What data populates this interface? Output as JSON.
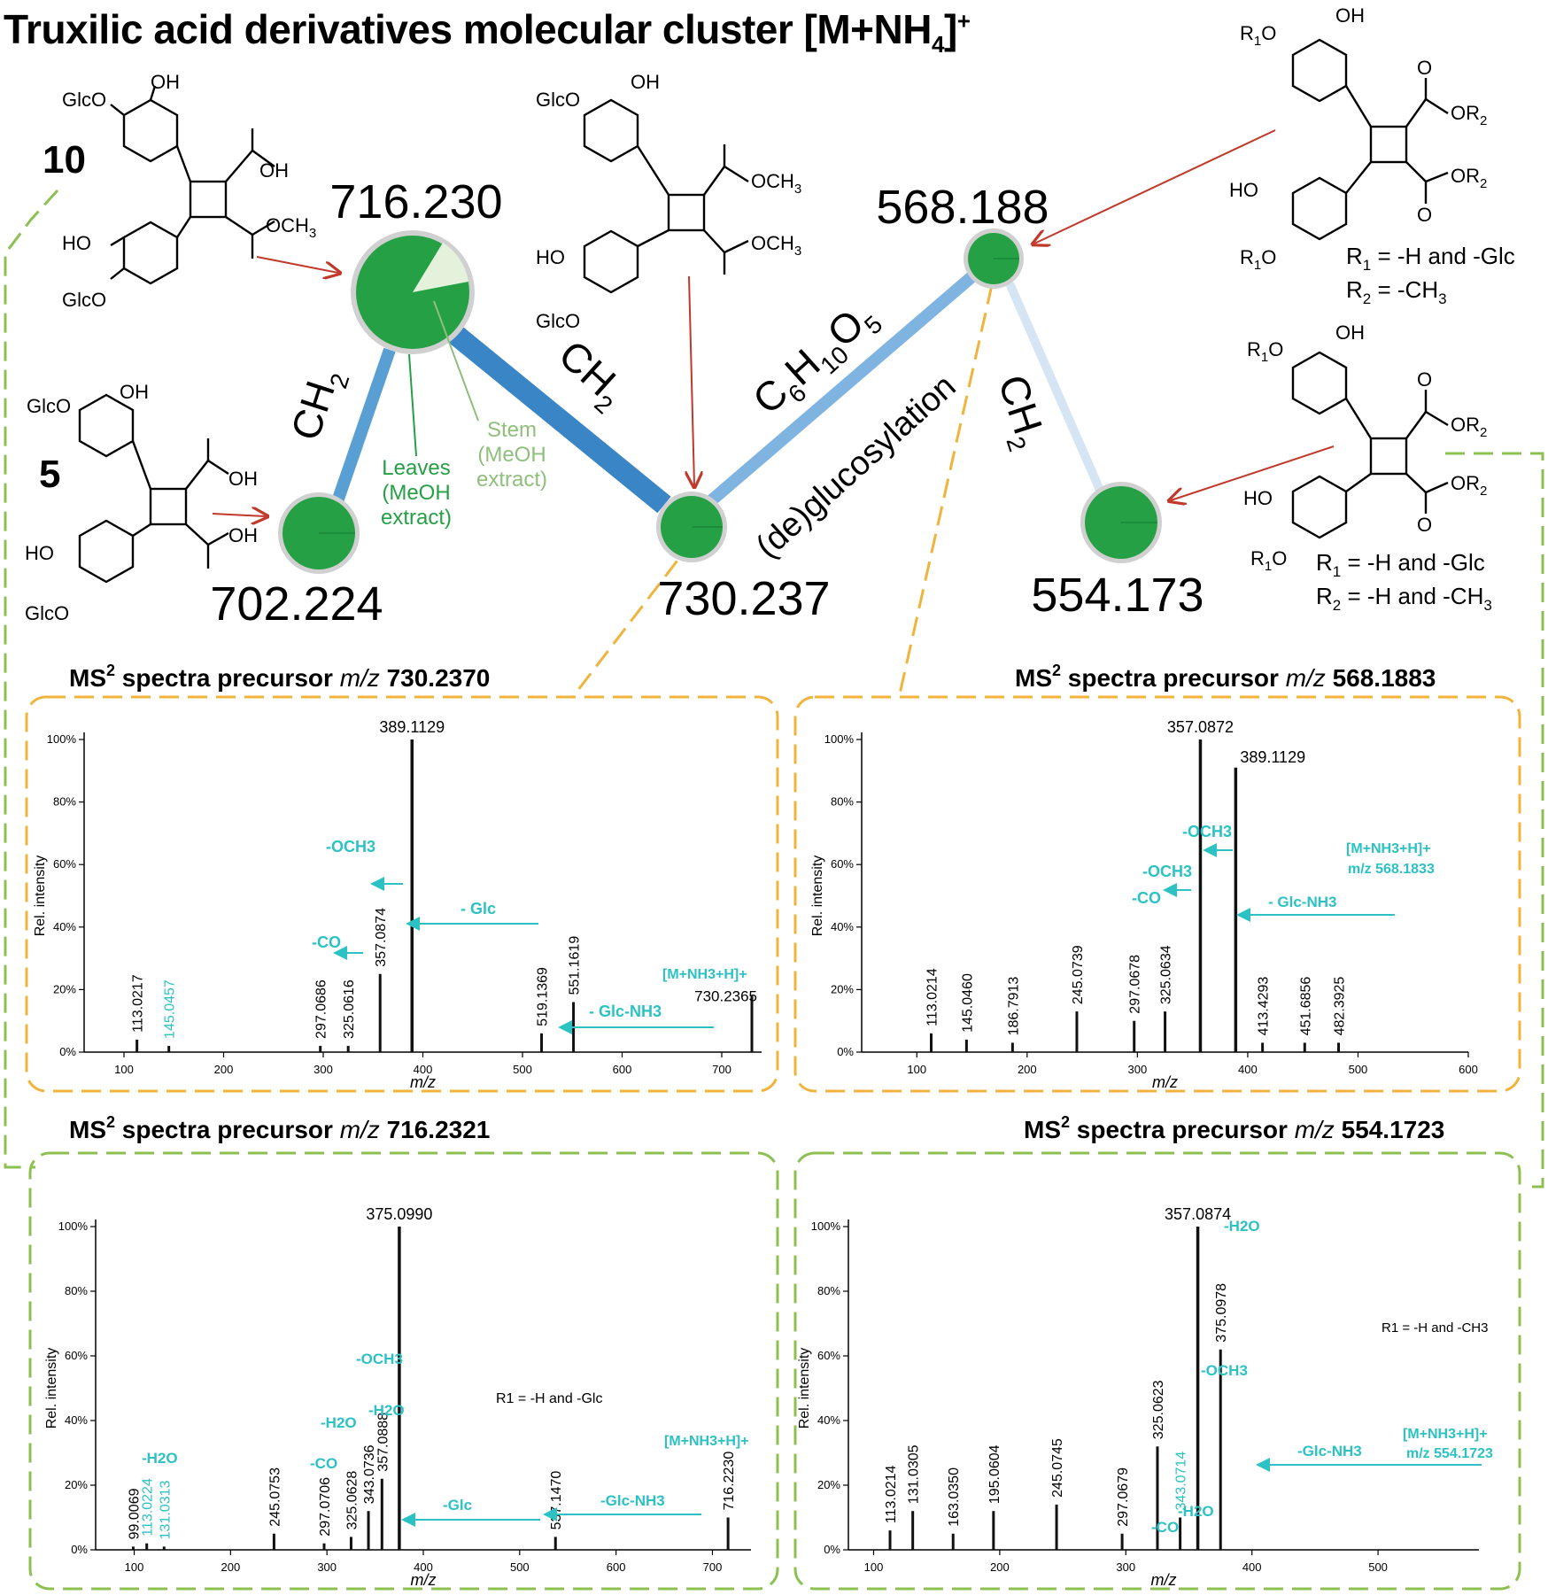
{
  "title": {
    "main": "Truxilic acid derivatives molecular cluster [M+NH",
    "sub": "4",
    "end": "]",
    "sup": "+"
  },
  "compounds": {
    "c10": "10",
    "c5": "5"
  },
  "nodes": [
    {
      "id": "n716",
      "label": "716.230"
    },
    {
      "id": "n702",
      "label": "702.224"
    },
    {
      "id": "n730",
      "label": "730.237"
    },
    {
      "id": "n568",
      "label": "568.188"
    },
    {
      "id": "n554",
      "label": "554.173"
    }
  ],
  "edges": {
    "e1": "CH",
    "e1sub": "2",
    "e2": "CH",
    "e2sub": "2",
    "e3": "C",
    "e3a": "6",
    "e3b": "H",
    "e3c": "10",
    "e3d": "O",
    "e3e": "5",
    "e3label": "(de)glucosylation",
    "e4": "CH",
    "e4sub": "2"
  },
  "pie_legend": {
    "leaves": [
      "Leaves",
      "(MeOH",
      "extract)"
    ],
    "stem": [
      "Stem",
      "(MeOH",
      "extract)"
    ]
  },
  "colors": {
    "node_green": "#26a045",
    "stem_light": "#e4f2dc",
    "edge_strong": "#3a85c6",
    "edge_mid": "#5a9fd4",
    "edge_light": "#cfe0f2",
    "orange": "#f0b43c",
    "green_dash": "#8cc152",
    "cyan": "#2cc2c4",
    "red_arrow": "#c0392b"
  },
  "structures": {
    "s10": {
      "glco1": "GlcO",
      "oh1": "OH",
      "cooh": "OH",
      "ho": "HO",
      "och3": "OCH",
      "och3sub": "3",
      "glco2": "GlcO"
    },
    "s5": {
      "glco1": "GlcO",
      "oh1": "OH",
      "oh2": "OH",
      "oh3": "OH",
      "ho": "HO",
      "glco2": "GlcO"
    },
    "s730": {
      "glco1": "GlcO",
      "oh1": "OH",
      "och3a": "OCH",
      "sub": "3",
      "ho": "HO",
      "och3b": "OCH",
      "glco2": "GlcO"
    },
    "sR1": {
      "r1o": "R",
      "r1sub": "1",
      "o": "O",
      "oh": "OH",
      "or2": "OR",
      "r2sub": "2",
      "ho": "HO",
      "r1text": "R",
      "r1eq": " = -H and -Glc",
      "r2text": "R",
      "r2eq": " = -CH",
      "r2eqsub": "3"
    },
    "sR2": {
      "r1o": "R",
      "r1sub": "1",
      "o": "O",
      "oh": "OH",
      "or2": "OR",
      "r2sub": "2",
      "ho": "HO",
      "r1text": "R",
      "r1eq": " = -H and -Glc",
      "r2text": "R",
      "r2eq": " = -H and -CH",
      "r2eqsub": "3"
    }
  },
  "panels": [
    {
      "id": "p730",
      "heading_a": "MS",
      "heading_sup": "2",
      "heading_b": " spectra precursor ",
      "heading_mz": "m/z",
      "heading_val": " 730.2370",
      "xticks": [
        "100",
        "200",
        "300",
        "400",
        "500",
        "600",
        "700"
      ],
      "yticks": [
        "0%",
        "20%",
        "40%",
        "60%",
        "80%",
        "100%"
      ],
      "ylabel": "Rel. intensity",
      "xlabel": "m/z",
      "peaks_labels": [
        "113.0217",
        "145.0457",
        "297.0686",
        "325.0616",
        "357.0874",
        "519.1369",
        "551.1619"
      ],
      "top_label": "389.1129",
      "precursor": "730.2365",
      "precursor_label": "[M+NH",
      "annotations": {
        "och3": "-OCH",
        "co": "-CO",
        "glc": "- Glc",
        "glcnh3": "- Glc-NH"
      }
    },
    {
      "id": "p568",
      "heading_a": "MS",
      "heading_sup": "2",
      "heading_b": " spectra precursor ",
      "heading_mz": "m/z",
      "heading_val": " 568.1883",
      "xticks": [
        "100",
        "200",
        "300",
        "400",
        "500",
        "600"
      ],
      "yticks": [
        "0%",
        "20%",
        "40%",
        "60%",
        "80%",
        "100%"
      ],
      "ylabel": "Rel. intensity",
      "xlabel": "m/z",
      "peaks_labels": [
        "113.0214",
        "145.0460",
        "186.7913",
        "245.0739",
        "297.0678",
        "325.0634",
        "413.4293",
        "451.6856",
        "482.3925"
      ],
      "top_label": "357.0872",
      "top_label2": "389.1129",
      "precursor_label": "[M+NH",
      "precursor_mz": "m/z 568.1833",
      "annotations": {
        "och3": "-OCH",
        "och3b": "-OCH",
        "co": "-CO",
        "glcnh3": "- Glc-NH"
      }
    },
    {
      "id": "p716",
      "heading_a": "MS",
      "heading_sup": "2",
      "heading_b": " spectra precursor ",
      "heading_mz": "m/z",
      "heading_val": " 716.2321",
      "xticks": [
        "100",
        "200",
        "300",
        "400",
        "500",
        "600",
        "700"
      ],
      "yticks": [
        "0%",
        "20%",
        "40%",
        "60%",
        "80%",
        "100%"
      ],
      "ylabel": "Rel. intensity",
      "xlabel": "m/z",
      "peaks_labels": [
        "99.0069",
        "113.0224",
        "131.0313",
        "245.0753",
        "297.0706",
        "325.0628",
        "343.0736",
        "357.0888",
        "537.1470",
        "716.2230"
      ],
      "top_label": "375.0990",
      "precursor_label": "[M+NH",
      "r1": "R",
      "r1eq": " = -H and -Glc",
      "annotations": {
        "och3": "-OCH",
        "h2o1": "-H",
        "h2o2": "-H",
        "h2o3": "-H",
        "co": "-CO",
        "glc": "-Glc",
        "glcnh3": "-Glc-NH"
      }
    },
    {
      "id": "p554",
      "heading_a": "MS",
      "heading_sup": "2",
      "heading_b": " spectra precursor ",
      "heading_mz": "m/z",
      "heading_val": " 554.1723",
      "xticks": [
        "100",
        "200",
        "300",
        "400",
        "500"
      ],
      "yticks": [
        "0%",
        "20%",
        "40%",
        "60%",
        "80%",
        "100%"
      ],
      "ylabel": "Rel. intensity",
      "xlabel": "m/z",
      "peaks_labels": [
        "113.0214",
        "131.0305",
        "163.0350",
        "195.0604",
        "245.0745",
        "297.0679",
        "325.0623",
        "343.0714",
        "375.0978"
      ],
      "top_label": "357.0874",
      "precursor_label": "[M+NH",
      "precursor_mz": "m/z 554.1723",
      "r1": "R",
      "r1eq": " = -H and -CH",
      "annotations": {
        "h2o": "-H",
        "och3": "-OCH",
        "h2o2": "-H",
        "co": "-CO",
        "glcnh3": "-Glc-NH"
      }
    }
  ]
}
